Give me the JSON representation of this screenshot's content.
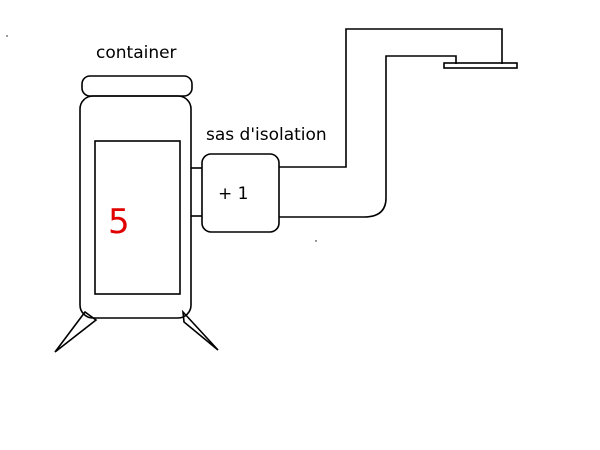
{
  "diagram": {
    "container_label": "container",
    "airlock_label": "sas d'isolation",
    "airlock_value": "+ 1",
    "container_count": "5",
    "colors": {
      "stroke": "#000000",
      "count": "#e00000",
      "background": "#ffffff"
    }
  }
}
